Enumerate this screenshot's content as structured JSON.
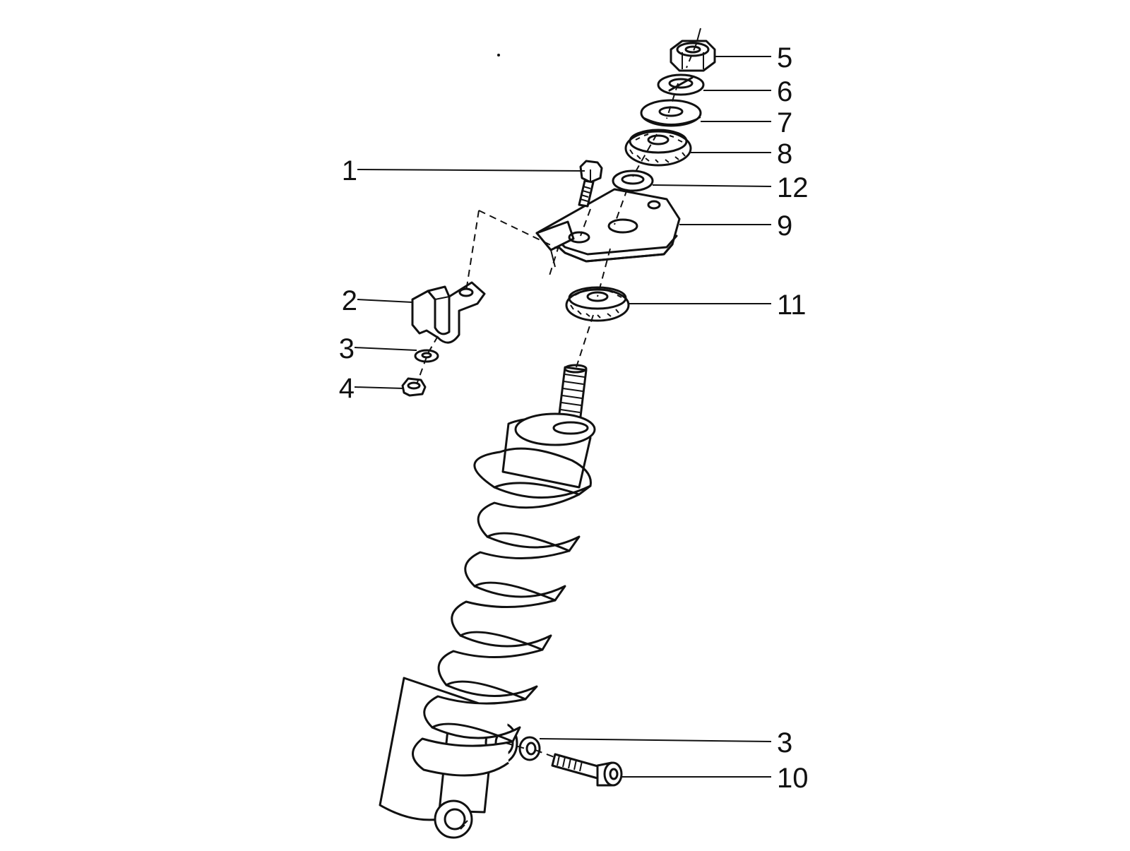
{
  "diagram": {
    "callouts": [
      {
        "id": "c1",
        "text": "1"
      },
      {
        "id": "c2",
        "text": "2"
      },
      {
        "id": "c3a",
        "text": "3"
      },
      {
        "id": "c4",
        "text": "4"
      },
      {
        "id": "c5",
        "text": "5"
      },
      {
        "id": "c6",
        "text": "6"
      },
      {
        "id": "c7",
        "text": "7"
      },
      {
        "id": "c8",
        "text": "8"
      },
      {
        "id": "c12",
        "text": "12"
      },
      {
        "id": "c9",
        "text": "9"
      },
      {
        "id": "c11",
        "text": "11"
      },
      {
        "id": "c3b",
        "text": "3"
      },
      {
        "id": "c10",
        "text": "10"
      }
    ]
  },
  "colors": {
    "ink": "#111111",
    "paper": "#ffffff"
  }
}
